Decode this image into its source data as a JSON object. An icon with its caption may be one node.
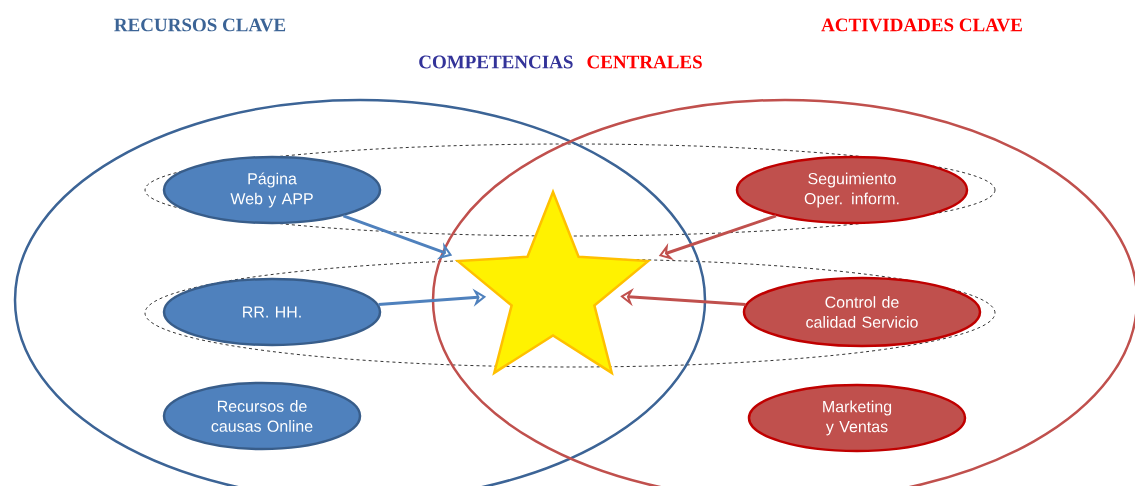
{
  "diagram": {
    "nodes": [
      {
        "text": [
          "RECURSOS CLAVE"
        ]
      },
      {
        "text": [
          "ACTIVIDADES CLAVE"
        ]
      },
      {
        "text": [
          "Página Web y APP"
        ],
        "in": 0
      },
      {
        "text": [
          "Seguimiento Oper. inform."
        ],
        "in": 1
      },
      {
        "text": [],
        "shape": "star"
      },
      {
        "text": [
          "RR. HH."
        ],
        "in": 0
      },
      {
        "text": [
          "Control de calidad Servicio"
        ],
        "in": 1
      },
      {
        "text": [
          "Recursos de causas Online"
        ],
        "in": 0
      },
      {
        "text": [
          "Marketing y Ventas"
        ],
        "in": 1
      }
    ],
    "edges": [
      {
        "from": 2,
        "to": 4,
        "arrow": "to",
        "color": "#4f81bd"
      },
      {
        "from": 3,
        "to": 4,
        "arrow": "to",
        "color": "#c0504d"
      },
      {
        "from": 5,
        "to": 4,
        "arrow": "to",
        "color": "#4f81bd"
      },
      {
        "from": 6,
        "to": 4,
        "arrow": "to",
        "color": "#c0504d"
      }
    ],
    "labels": [
      "COMPETENCIAS",
      "CENTRALES"
    ]
  }
}
